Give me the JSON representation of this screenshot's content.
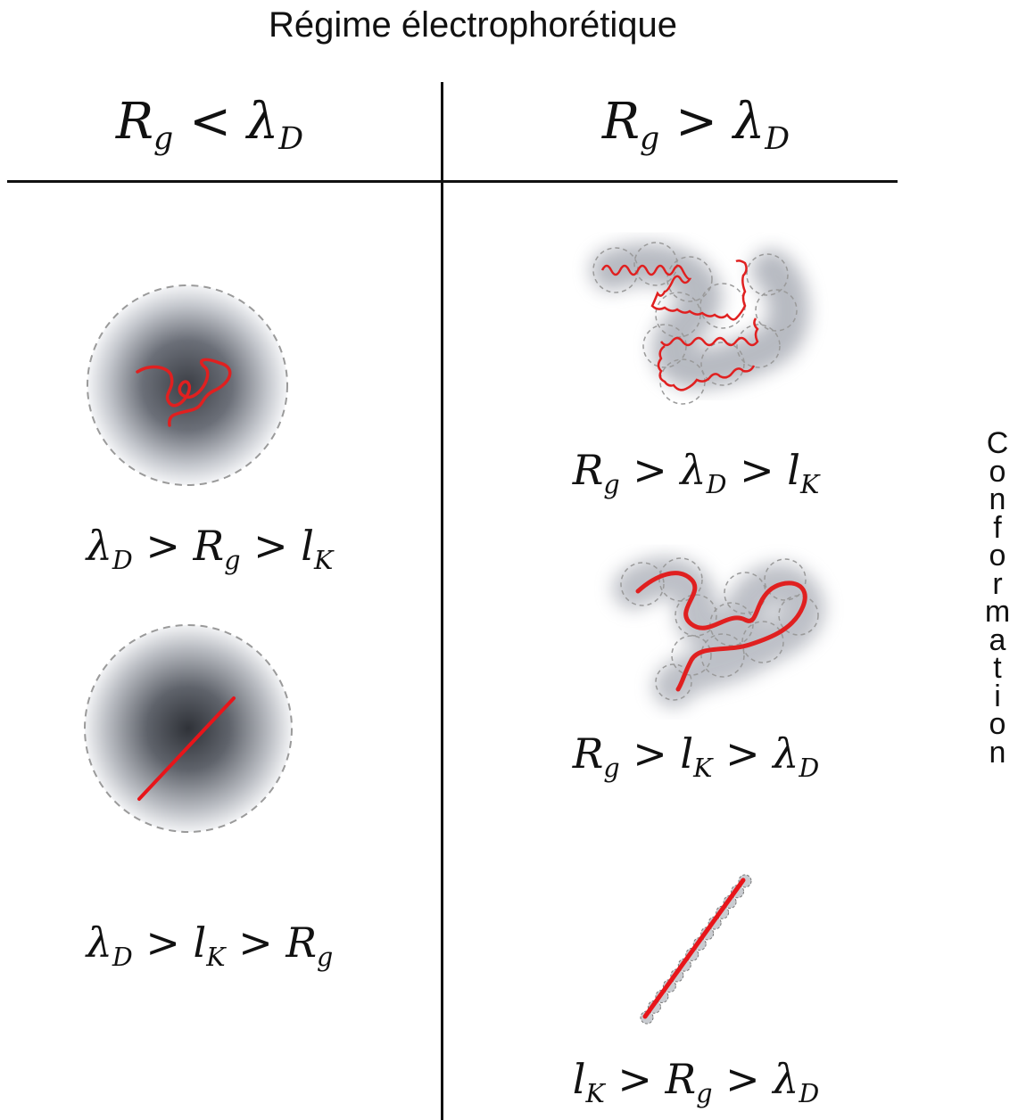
{
  "title": "Régime électrophorétique",
  "columns": {
    "left_header": {
      "a": "R",
      "a_sub": "g",
      "op": "<",
      "b": "λ",
      "b_sub": "D"
    },
    "right_header": {
      "a": "R",
      "a_sub": "g",
      "op": ">",
      "b": "λ",
      "b_sub": "D"
    }
  },
  "left_cases": [
    {
      "v1": "λ",
      "s1": "D",
      "op1": ">",
      "v2": "R",
      "s2": "g",
      "op2": ">",
      "v3": "l",
      "s3": "K"
    },
    {
      "v1": "λ",
      "s1": "D",
      "op1": ">",
      "v2": "l",
      "s2": "K",
      "op2": ">",
      "v3": "R",
      "s3": "g"
    }
  ],
  "right_cases": [
    {
      "v1": "R",
      "s1": "g",
      "op1": ">",
      "v2": "λ",
      "s2": "D",
      "op2": ">",
      "v3": "l",
      "s3": "K"
    },
    {
      "v1": "R",
      "s1": "g",
      "op1": ">",
      "v2": "l",
      "s2": "K",
      "op2": ">",
      "v3": "λ",
      "s3": "D"
    },
    {
      "v1": "l",
      "s1": "K",
      "op1": ">",
      "v2": "R",
      "s2": "g",
      "op2": ">",
      "v3": "λ",
      "s3": "D"
    }
  ],
  "side_label": "Conformation",
  "colors": {
    "chain": "#e02020",
    "halo": "#4a4d54",
    "outline": "#999999",
    "text": "#111111"
  }
}
